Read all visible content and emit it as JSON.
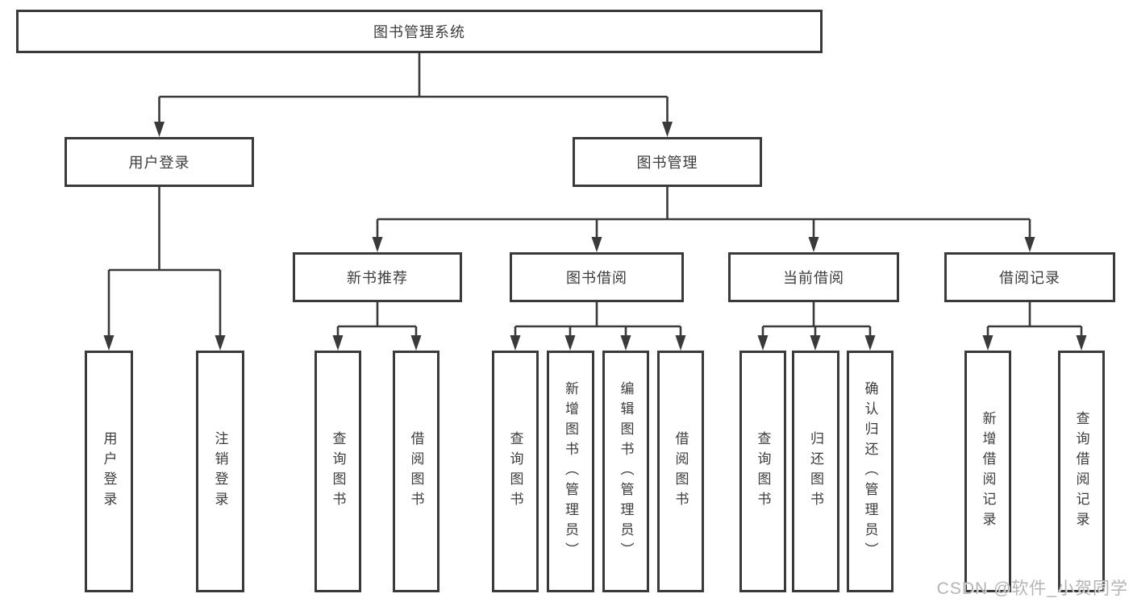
{
  "tree": {
    "label": "图书管理系统",
    "children": [
      {
        "label": "用户登录",
        "children": [
          {
            "label": "用户登录"
          },
          {
            "label": "注销登录"
          }
        ]
      },
      {
        "label": "图书管理",
        "children": [
          {
            "label": "新书推荐",
            "children": [
              {
                "label": "查询图书"
              },
              {
                "label": "借阅图书"
              }
            ]
          },
          {
            "label": "图书借阅",
            "children": [
              {
                "label": "查询图书"
              },
              {
                "label": "新增图书（管理员）"
              },
              {
                "label": "编辑图书（管理员）"
              },
              {
                "label": "借阅图书"
              }
            ]
          },
          {
            "label": "当前借阅",
            "children": [
              {
                "label": "查询图书"
              },
              {
                "label": "归还图书"
              },
              {
                "label": "确认归还（管理员）"
              }
            ]
          },
          {
            "label": "借阅记录",
            "children": [
              {
                "label": "新增借阅记录"
              },
              {
                "label": "查询借阅记录"
              }
            ]
          }
        ]
      }
    ]
  },
  "watermark": {
    "text": "CSDN @软件_小贺同学"
  },
  "colors": {
    "line": "#3a3a3a",
    "box_border": "#3a3a3a",
    "text": "#3c3c3c",
    "watermark": "#acacac",
    "background": "#ffffff"
  }
}
